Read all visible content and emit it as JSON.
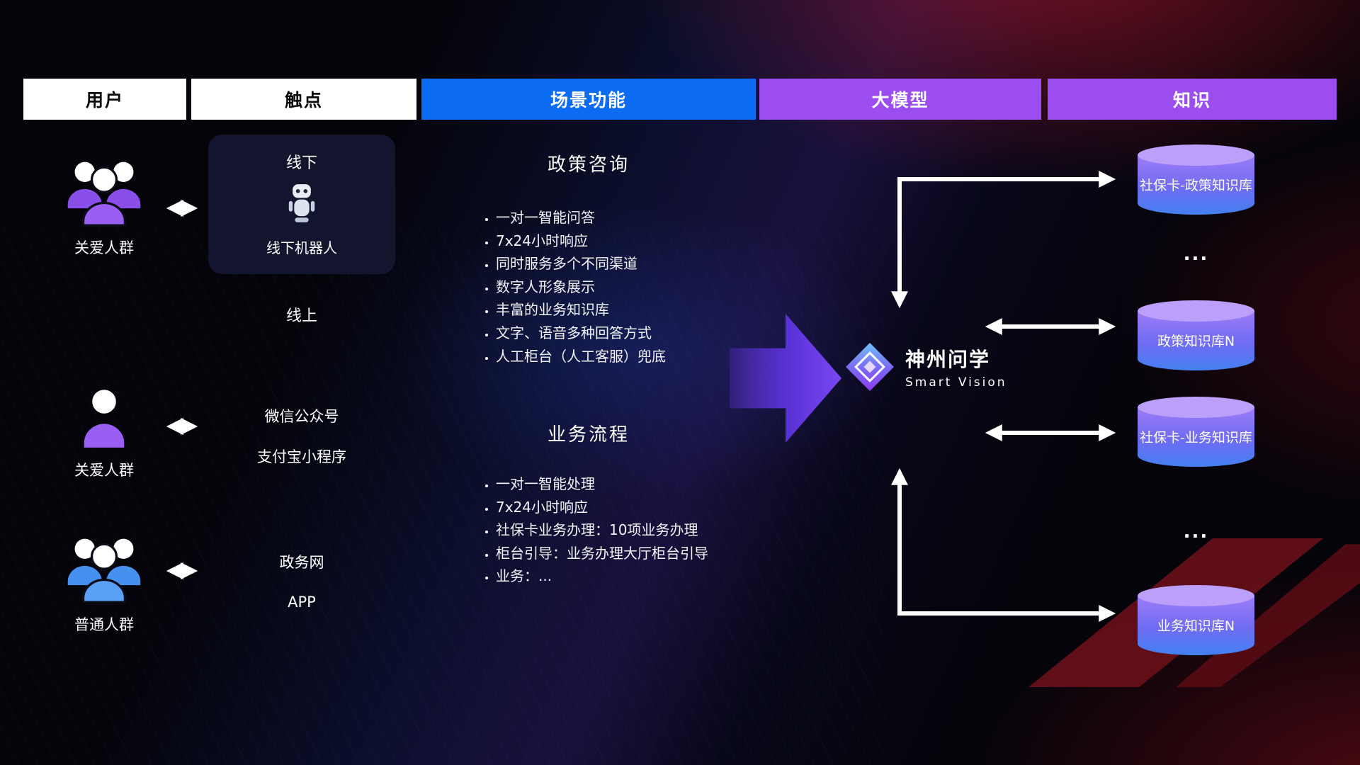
{
  "headers": {
    "user": "用户",
    "touchpoint": "触点",
    "scene": "场景功能",
    "model": "大模型",
    "knowledge": "知识"
  },
  "users": [
    {
      "label": "关爱人群"
    },
    {
      "label": "关爱人群"
    },
    {
      "label": "普通人群"
    }
  ],
  "touchpoint": {
    "offline": {
      "title": "线下",
      "robot_caption": "线下机器人"
    },
    "online": {
      "title": "线上",
      "channels": [
        "微信公众号",
        "支付宝小程序",
        "政务网",
        "APP"
      ]
    }
  },
  "scene": {
    "policy": {
      "title": "政策咨询",
      "items": [
        "一对一智能问答",
        "7x24小时响应",
        "同时服务多个不同渠道",
        "数字人形象展示",
        "丰富的业务知识库",
        "文字、语音多种回答方式",
        "人工柜台（人工客服）兜底"
      ]
    },
    "business": {
      "title": "业务流程",
      "items": [
        "一对一智能处理",
        "7x24小时响应",
        "社保卡业务办理：10项业务办理",
        "柜台引导：业务办理大厅柜台引导",
        "业务：..."
      ]
    }
  },
  "model": {
    "name": "神州问学",
    "subtitle": "Smart Vision"
  },
  "knowledge": {
    "ellipsis": "...",
    "bases": [
      {
        "label": "社保卡-政策知识库"
      },
      {
        "label": "政策知识库N"
      },
      {
        "label": "社保卡-业务知识库"
      },
      {
        "label": "业务知识库N"
      }
    ]
  },
  "colors": {
    "scene_header": "#0b6bf2",
    "model_header": "#9b4df0",
    "knowledge_header": "#9b4df0",
    "accent_purple": "#9a5ff2",
    "accent_blue": "#5aa0f5",
    "cylinder_top": "#bb9ffa",
    "cylinder_bottom": "#4380f0",
    "arrow_white": "#ffffff"
  }
}
